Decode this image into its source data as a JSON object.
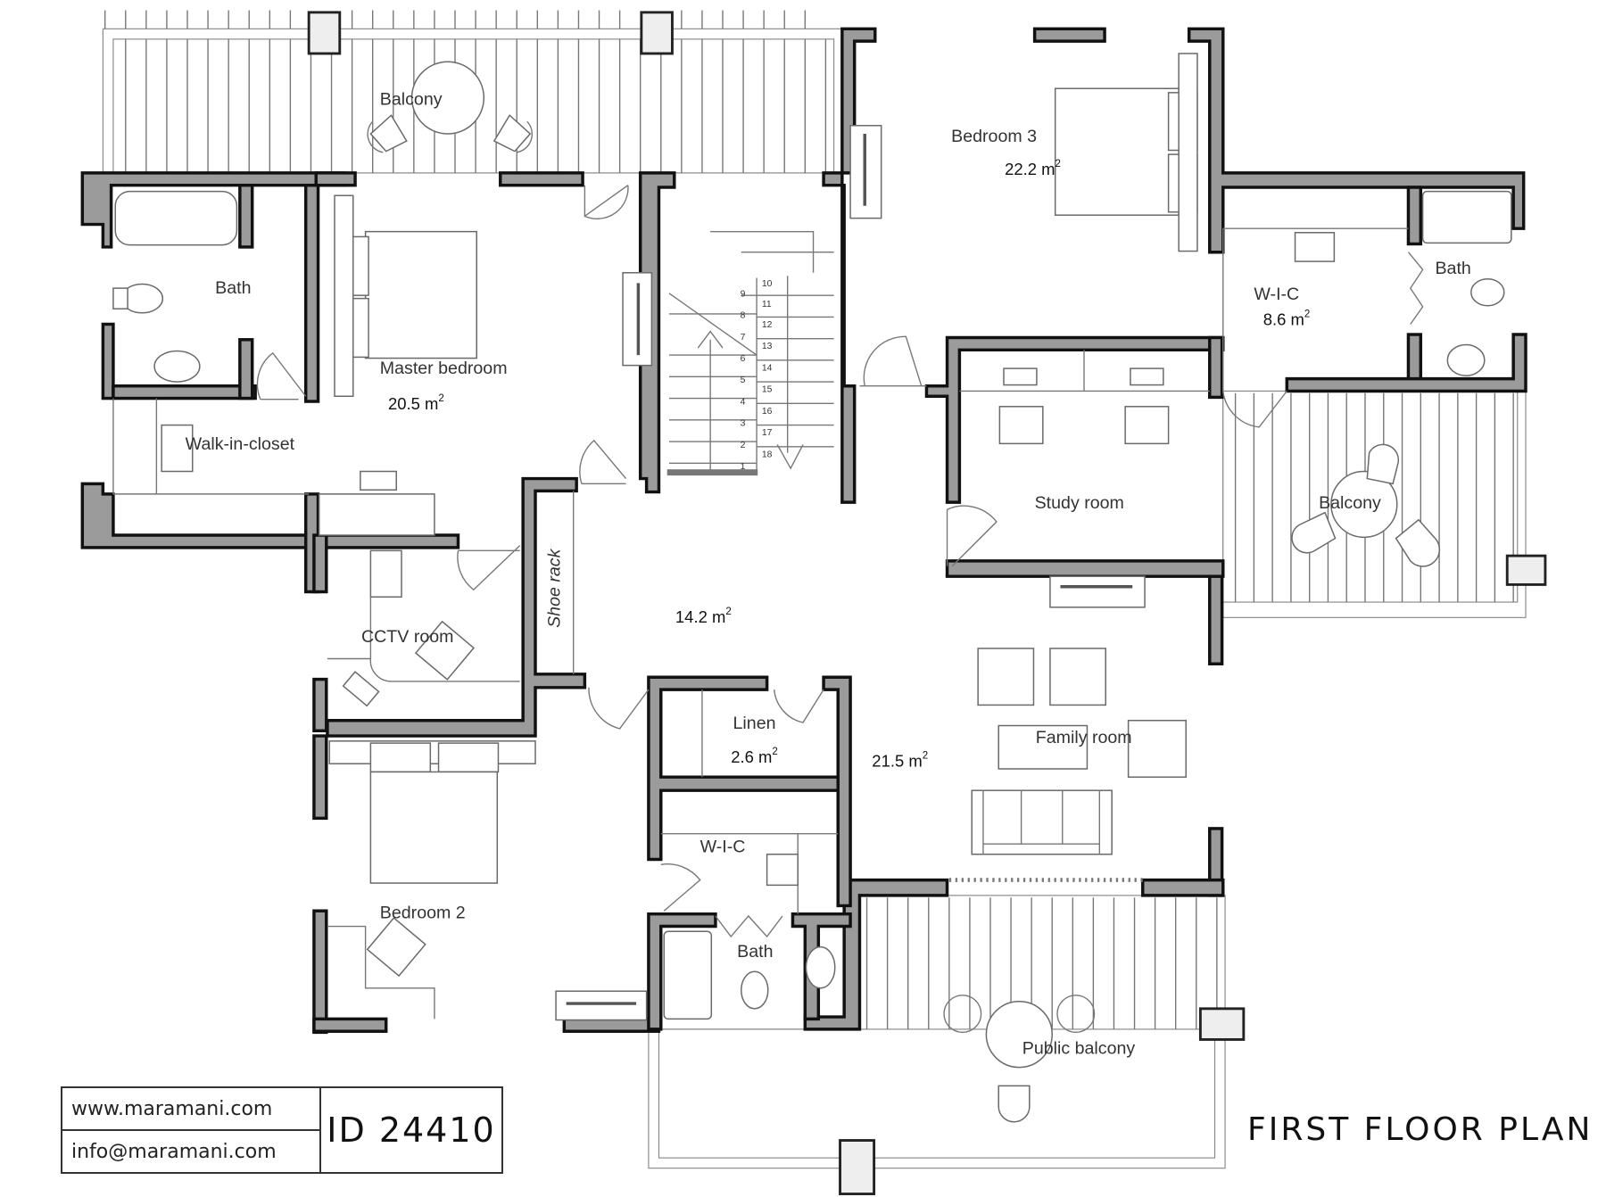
{
  "title": "FIRST FLOOR PLAN",
  "info": {
    "website": "www.maramani.com",
    "email": "info@maramani.com",
    "id": "ID 24410"
  },
  "rooms": {
    "balcony_top": {
      "label": "Balcony"
    },
    "bath_master": {
      "label": "Bath"
    },
    "master_bedroom": {
      "label": "Master bedroom",
      "area": "20.5  m",
      "unit_sup": "2"
    },
    "walk_in_closet": {
      "label": "Walk-in-closet"
    },
    "bedroom3": {
      "label": "Bedroom 3",
      "area": "22.2 m",
      "unit_sup": "2"
    },
    "wic_bedroom3": {
      "label": "W-I-C",
      "area": "8.6 m",
      "unit_sup": "2"
    },
    "bath_bedroom3": {
      "label": "Bath"
    },
    "study_room": {
      "label": "Study room"
    },
    "balcony_right": {
      "label": "Balcony"
    },
    "lobby": {
      "area": "14.2 m",
      "unit_sup": "2"
    },
    "shoe_rack": {
      "label": "Shoe rack"
    },
    "cctv_room": {
      "label": "CCTV room"
    },
    "linen": {
      "label": "Linen",
      "area": "2.6 m",
      "unit_sup": "2"
    },
    "family_room": {
      "label": "Family room",
      "area": "21.5 m",
      "unit_sup": "2"
    },
    "bedroom2": {
      "label": "Bedroom 2"
    },
    "wic_bedroom2": {
      "label": "W-I-C"
    },
    "bath_bedroom2": {
      "label": "Bath"
    },
    "public_balcony": {
      "label": "Public balcony"
    }
  },
  "stairs": {
    "up_steps": [
      "1",
      "2",
      "3",
      "4",
      "5",
      "6",
      "7",
      "8",
      "9"
    ],
    "down_steps": [
      "10",
      "11",
      "12",
      "13",
      "14",
      "15",
      "16",
      "17",
      "18"
    ]
  }
}
